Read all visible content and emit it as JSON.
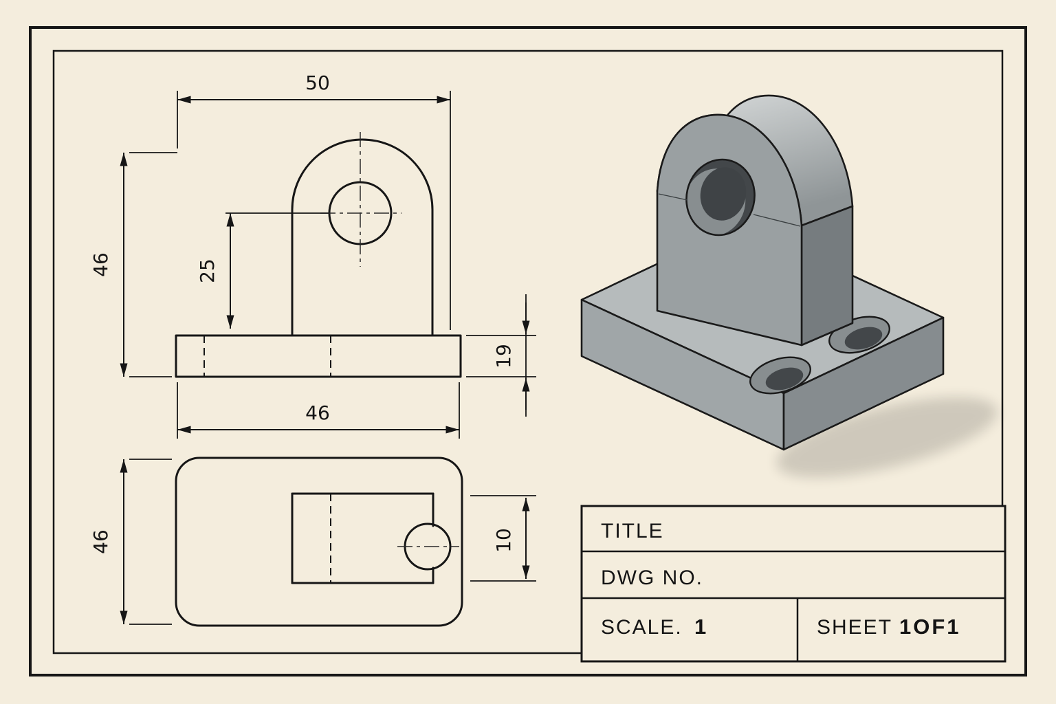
{
  "page": {
    "background_color": "#f4eddd",
    "line_color": "#161616"
  },
  "front_view": {
    "dim_overall_width": "50",
    "dim_overall_height": "46",
    "dim_hole_center_height": "25",
    "dim_base_thickness": "19",
    "dim_base_width": "46"
  },
  "top_view": {
    "dim_depth": "46",
    "dim_hole_offset": "10"
  },
  "title_block": {
    "title_label": "TITLE",
    "dwg_no_label": "DWG NO.",
    "scale_label": "SCALE.",
    "scale_value": "1",
    "sheet_label": "SHEET",
    "sheet_value": "1OF1"
  },
  "part_colors": {
    "top_face": "#b6bbbc",
    "left_face": "#a0a6a8",
    "right_face": "#767c7f",
    "upright_face": "#9aa0a2",
    "bore_dark": "#43474a",
    "bore_light": "#888e90"
  }
}
